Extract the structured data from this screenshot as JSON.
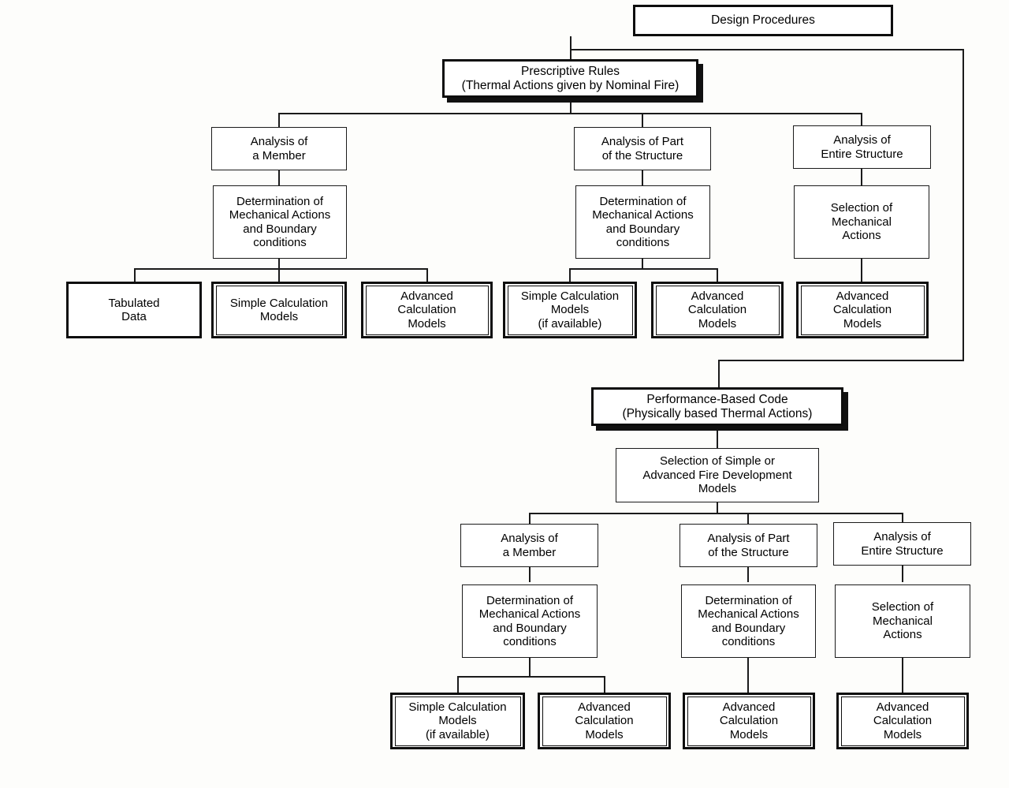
{
  "diagram": {
    "title": "Design Procedures",
    "background_color": "#fdfdfb",
    "line_color": "#1b1b1b",
    "text_color": "#000000",
    "type": "flowchart",
    "description": "Fire design procedures tree: prescriptive rules branch and performance-based code branch"
  },
  "root": {
    "label": "Design Procedures"
  },
  "prescriptive": {
    "banner": "Prescriptive Rules\n(Thermal Actions given by Nominal Fire)",
    "branches": [
      {
        "analysis": "Analysis of\na Member",
        "determination": "Determination of\nMechanical Actions\nand Boundary\nconditions",
        "methods": [
          "Tabulated\nData",
          "Simple Calculation\nModels",
          "Advanced\nCalculation\nModels"
        ]
      },
      {
        "analysis": "Analysis of Part\nof the Structure",
        "determination": "Determination of\nMechanical Actions\nand Boundary\nconditions",
        "methods": [
          "Simple Calculation\nModels\n(if available)",
          "Advanced\nCalculation\nModels"
        ]
      },
      {
        "analysis": "Analysis of\nEntire Structure",
        "determination": "Selection of\nMechanical\nActions",
        "methods": [
          "Advanced\nCalculation\nModels"
        ]
      }
    ]
  },
  "performance": {
    "banner": "Performance-Based Code\n(Physically based Thermal Actions)",
    "selection": "Selection of Simple or\nAdvanced Fire Development\nModels",
    "branches": [
      {
        "analysis": "Analysis of\na Member",
        "determination": "Determination of\nMechanical Actions\nand Boundary\nconditions",
        "methods": [
          "Simple Calculation\nModels\n(if available)",
          "Advanced\nCalculation\nModels"
        ]
      },
      {
        "analysis": "Analysis of Part\nof the Structure",
        "determination": "Determination of\nMechanical Actions\nand Boundary\nconditions",
        "methods": [
          "Advanced\nCalculation\nModels"
        ]
      },
      {
        "analysis": "Analysis of\nEntire Structure",
        "determination": "Selection of\nMechanical\nActions",
        "methods": [
          "Advanced\nCalculation\nModels"
        ]
      }
    ]
  }
}
